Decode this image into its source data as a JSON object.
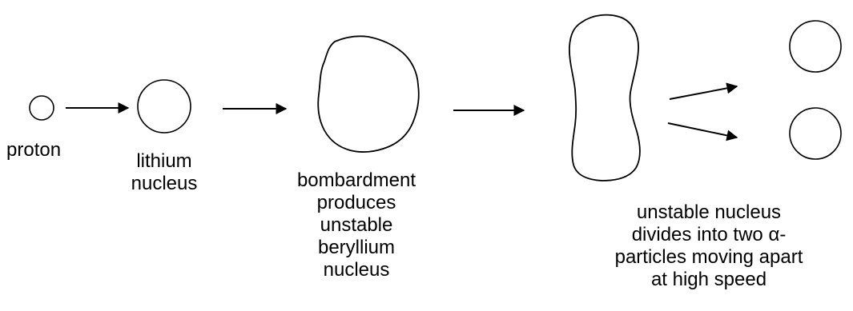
{
  "labels": {
    "proton": "proton",
    "lithium": "lithium\nnucleus",
    "beryllium": "bombardment\nproduces\nunstable\nberyllium\nnucleus",
    "split": "unstable nucleus\ndivides into two α-\nparticles moving apart\nat high speed"
  },
  "colors": {
    "stroke": "#000000",
    "background": "#ffffff"
  }
}
